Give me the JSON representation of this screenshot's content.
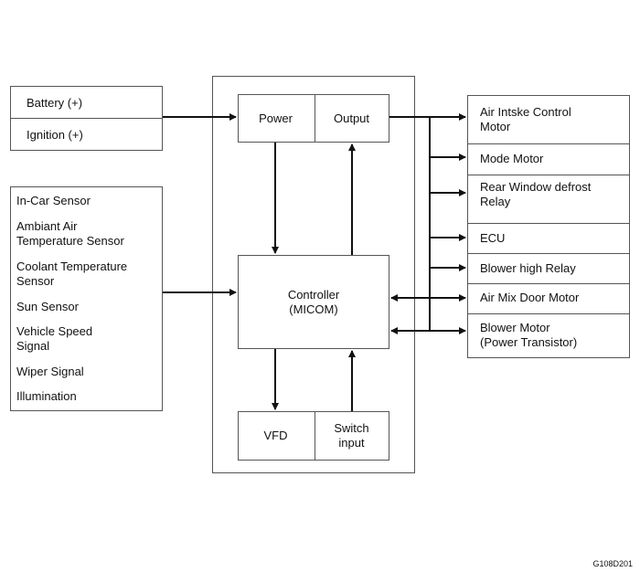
{
  "power_inputs": [
    "Battery (+)",
    "Ignition (+)"
  ],
  "sensors": [
    "In-Car Sensor",
    "Ambiant Air\nTemperature Sensor",
    "Coolant Temperature\nSensor",
    "Sun Sensor",
    "Vehicle Speed\nSignal",
    "Wiper Signal",
    "Illumination"
  ],
  "module": {
    "power": "Power",
    "output": "Output",
    "controller": "Controller\n(MICOM)",
    "vfd": "VFD",
    "switch_input": "Switch\ninput"
  },
  "outputs": [
    "Air Intske Control\nMotor",
    "Mode Motor",
    "Rear Window defrost\nRelay",
    "ECU",
    "Blower high Relay",
    "Air Mix Door Motor",
    "Blower Motor\n(Power Transistor)"
  ],
  "figure_code": "G108D201"
}
